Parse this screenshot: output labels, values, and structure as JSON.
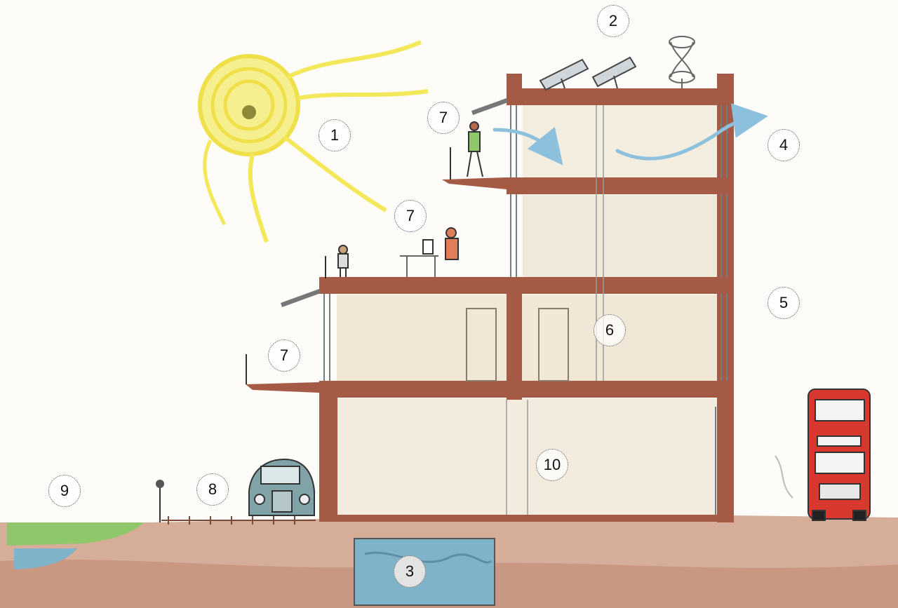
{
  "callouts": [
    {
      "id": "c1",
      "label": "1"
    },
    {
      "id": "c2",
      "label": "2"
    },
    {
      "id": "c3",
      "label": "3"
    },
    {
      "id": "c4",
      "label": "4"
    },
    {
      "id": "c5",
      "label": "5"
    },
    {
      "id": "c6",
      "label": "6"
    },
    {
      "id": "c7a",
      "label": "7"
    },
    {
      "id": "c7b",
      "label": "7"
    },
    {
      "id": "c7c",
      "label": "7"
    },
    {
      "id": "c8",
      "label": "8"
    },
    {
      "id": "c9",
      "label": "9"
    },
    {
      "id": "c10",
      "label": "10"
    }
  ],
  "colors": {
    "structure": "#a55a46",
    "ground": "#c89378",
    "water": "#7fb3c9",
    "grass": "#8fc86a",
    "sun": "#f3e85a",
    "bus": "#d8382e",
    "car": "#7fa3a6",
    "airflow": "#8cc0dc"
  }
}
